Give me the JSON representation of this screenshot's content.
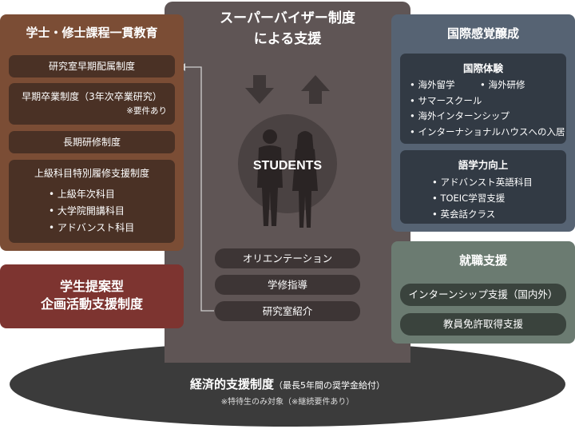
{
  "center": {
    "title_line1": "スーパーバイザー制度",
    "title_line2": "による支援",
    "students_label": "STUDENTS",
    "items": [
      "オリエンテーション",
      "学修指導",
      "研究室紹介"
    ]
  },
  "left": {
    "title": "学士・修士課程一貫教育",
    "box1": "研究室早期配属制度",
    "box2_line1": "早期卒業制度（3年次卒業研究）",
    "box2_note": "※要件あり",
    "box3": "長期研修制度",
    "box4_title": "上級科目特別履修支援制度",
    "box4_items": [
      "上級年次科目",
      "大学院開講科目",
      "アドバンスト科目"
    ]
  },
  "red": {
    "title_line1": "学生提案型",
    "title_line2": "企画活動支援制度"
  },
  "blue": {
    "title": "国際感覚醸成",
    "exp_title": "国際体験",
    "exp_items": [
      "海外留学",
      "海外研修",
      "サマースクール",
      "海外インターンシップ",
      "インターナショナルハウスへの入居"
    ],
    "lang_title": "語学力向上",
    "lang_items": [
      "アドバンスト英語科目",
      "TOEIC学習支援",
      "英会話クラス"
    ]
  },
  "green": {
    "title": "就職支援",
    "items": [
      "インターンシップ支援（国内外）",
      "教員免許取得支援"
    ]
  },
  "base": {
    "title": "経済的支援制度",
    "title_sub": "（最長5年間の奨学金給付）",
    "note": "※特待生のみ対象（※継続要件あり）"
  },
  "colors": {
    "brown": "#7b4d35",
    "red": "#7d3430",
    "blue": "#566373",
    "green": "#6b7b71",
    "center": "#5f5555",
    "base": "#3b3b3b"
  }
}
